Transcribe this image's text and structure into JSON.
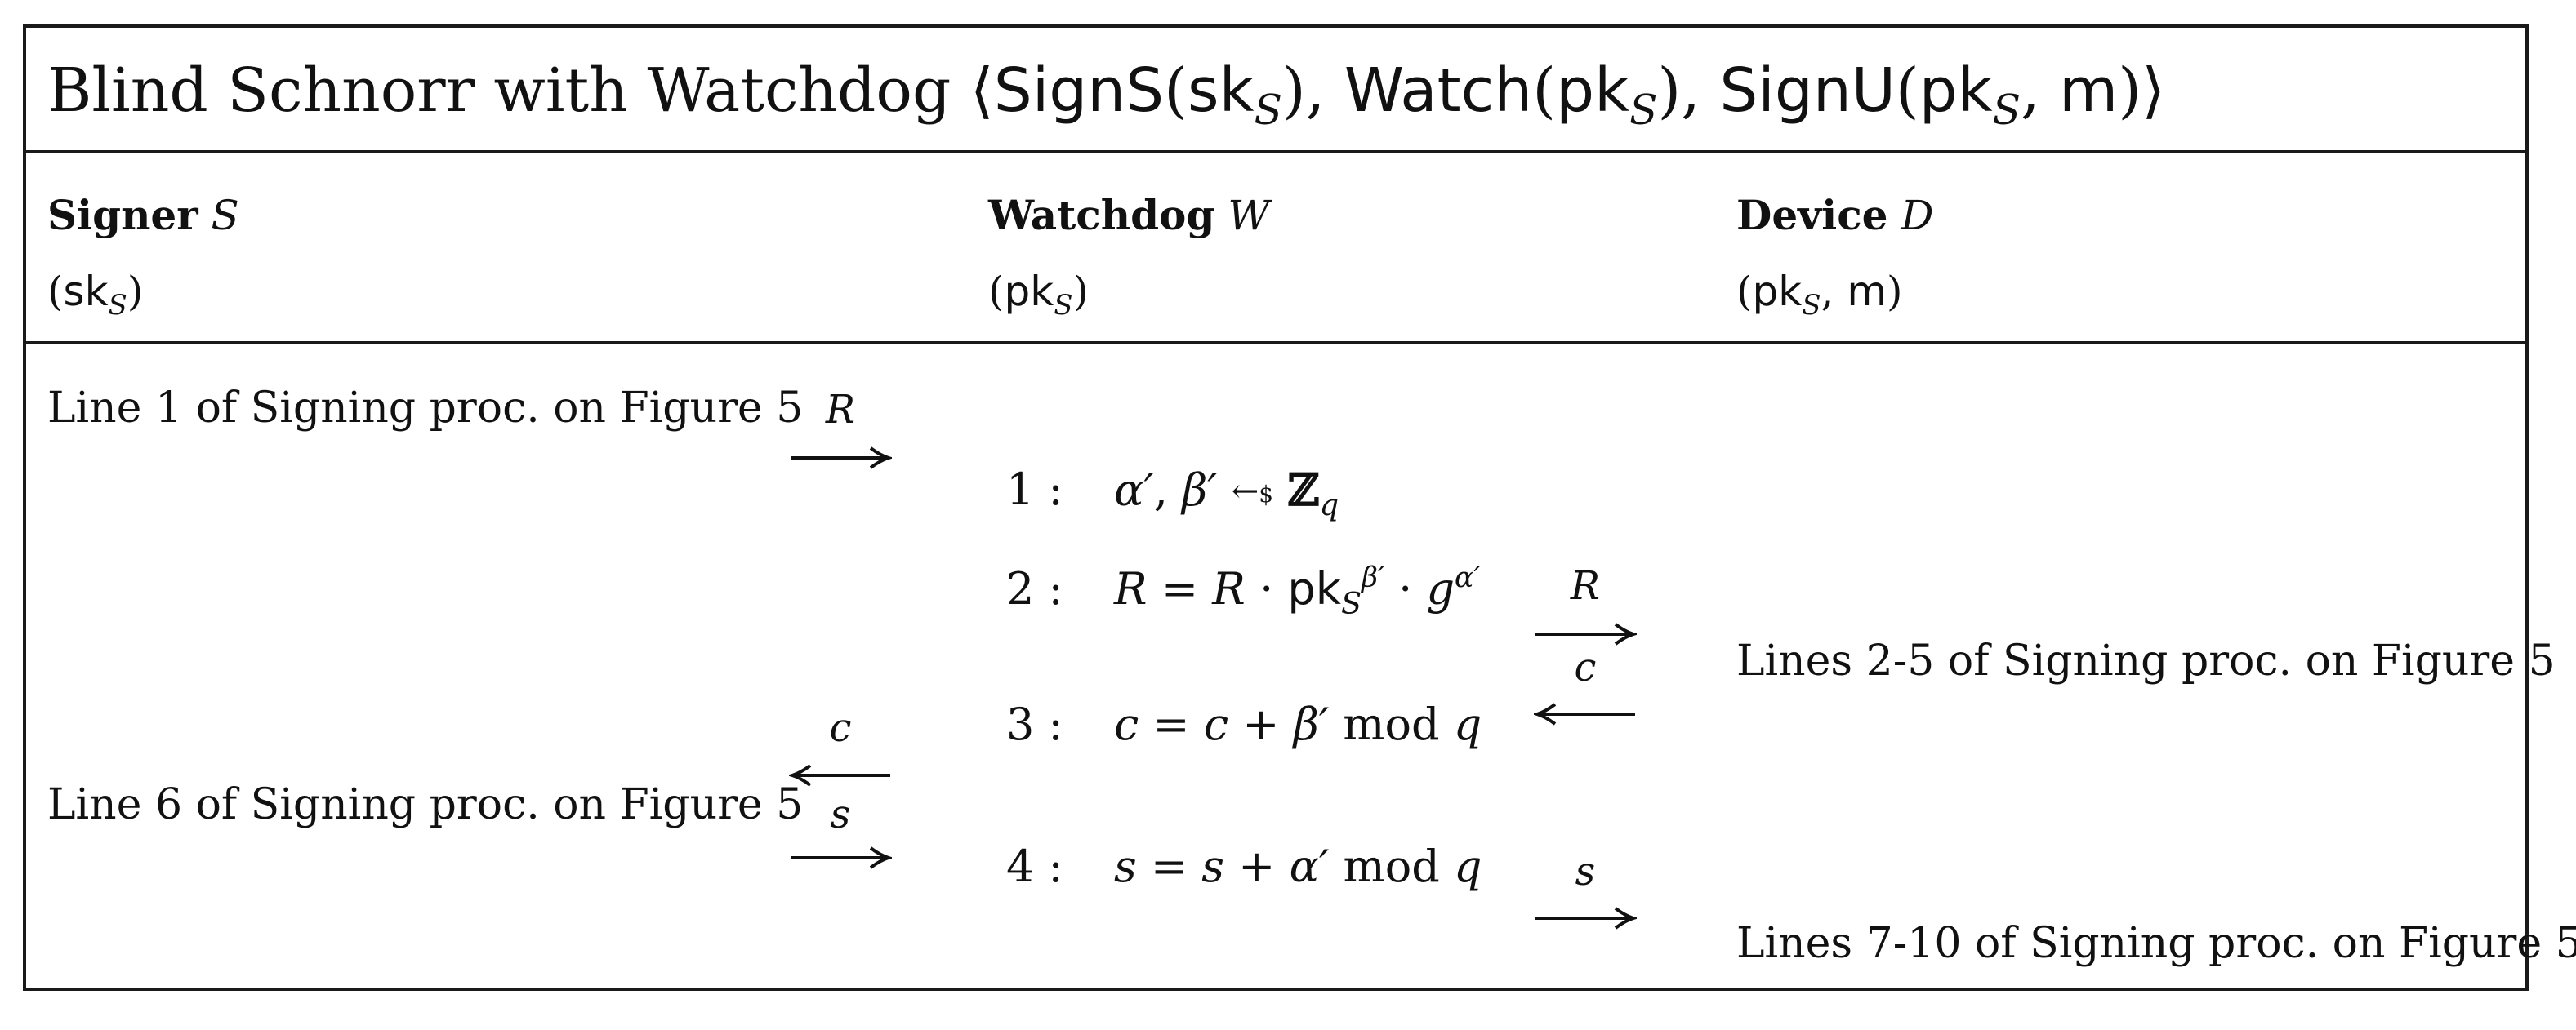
{
  "title": {
    "prefix": "Blind Schnorr with Watchdog",
    "angle_open": "⟨",
    "signs": "SignS",
    "sk": "sk",
    "sub_s": "S",
    "watch": "Watch",
    "pk": "pk",
    "signu": "SignU",
    "m": "m",
    "angle_close": "⟩"
  },
  "columns": {
    "signer": {
      "name": "Signer",
      "symbol": "S",
      "input_key": "sk",
      "input_sub": "S"
    },
    "watchdog": {
      "name": "Watchdog",
      "symbol": "W",
      "input_key": "pk",
      "input_sub": "S"
    },
    "device": {
      "name": "Device",
      "symbol": "D",
      "input_key": "pk",
      "input_sub": "S",
      "input_m": "m"
    }
  },
  "signer_rows": {
    "line1": "Line 1 of Signing proc. on Figure 5",
    "line6": "Line 6 of Signing proc. on Figure 5"
  },
  "device_rows": {
    "lines2_5": "Lines 2-5 of Signing proc. on Figure 5",
    "lines7_10": "Lines 7-10 of Signing proc. on Figure 5"
  },
  "messages": {
    "r_to_w": "R",
    "c_to_s": "c",
    "s_to_w": "s",
    "r_to_d": "R",
    "c_to_w": "c",
    "s_to_d": "s"
  },
  "steps": [
    {
      "num": "1 :"
    },
    {
      "num": "2 :"
    },
    {
      "num": "3 :"
    },
    {
      "num": "4 :"
    }
  ]
}
